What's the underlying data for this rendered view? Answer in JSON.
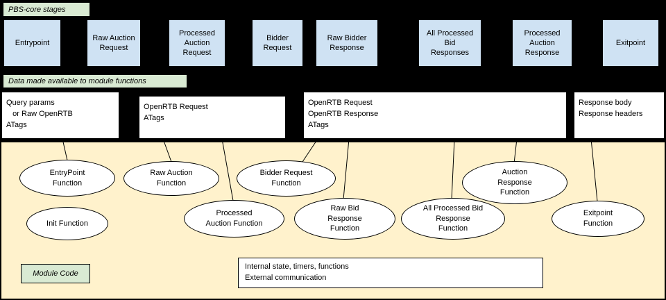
{
  "stages_label": "PBS-core stages",
  "data_label": "Data made available to module functions",
  "module_code_label": "Module Code",
  "stages": [
    {
      "label": "Entrypoint",
      "stacked": false
    },
    {
      "label": "Raw Auction\nRequest",
      "stacked": false
    },
    {
      "label": "Processed\nAuction\nRequest",
      "stacked": false
    },
    {
      "label": "Bidder\nRequest",
      "stacked": true
    },
    {
      "label": "Raw Bidder\nResponse",
      "stacked": true
    },
    {
      "label": "All Processed\nBid\nResponses",
      "stacked": false
    },
    {
      "label": "Processed\nAuction\nResponse",
      "stacked": false
    },
    {
      "label": "Exitpoint",
      "stacked": false
    }
  ],
  "data_boxes": [
    {
      "text": "Query params\n   or Raw OpenRTB\nATags"
    },
    {
      "text": "OpenRTB Request\nATags"
    },
    {
      "text": "OpenRTB Request\nOpenRTB Response\nATags"
    },
    {
      "text": "Response body\nResponse headers"
    }
  ],
  "functions": [
    {
      "label": "EntryPoint\nFunction"
    },
    {
      "label": "Init Function"
    },
    {
      "label": "Raw Auction\nFunction"
    },
    {
      "label": "Processed\nAuction Function"
    },
    {
      "label": "Bidder Request\nFunction"
    },
    {
      "label": "Raw Bid\nResponse\nFunction"
    },
    {
      "label": "All Processed Bid\nResponse\nFunction"
    },
    {
      "label": "Auction\nResponse\nFunction"
    },
    {
      "label": "Exitpoint\nFunction"
    }
  ],
  "internal_box": {
    "text": "Internal state, timers, functions\nExternal communication"
  },
  "colors": {
    "background": "#000000",
    "stage_fill": "#cfe2f3",
    "label_fill": "#d9ead3",
    "module_fill": "#fff2cc",
    "box_fill": "#ffffff",
    "line": "#000000"
  }
}
